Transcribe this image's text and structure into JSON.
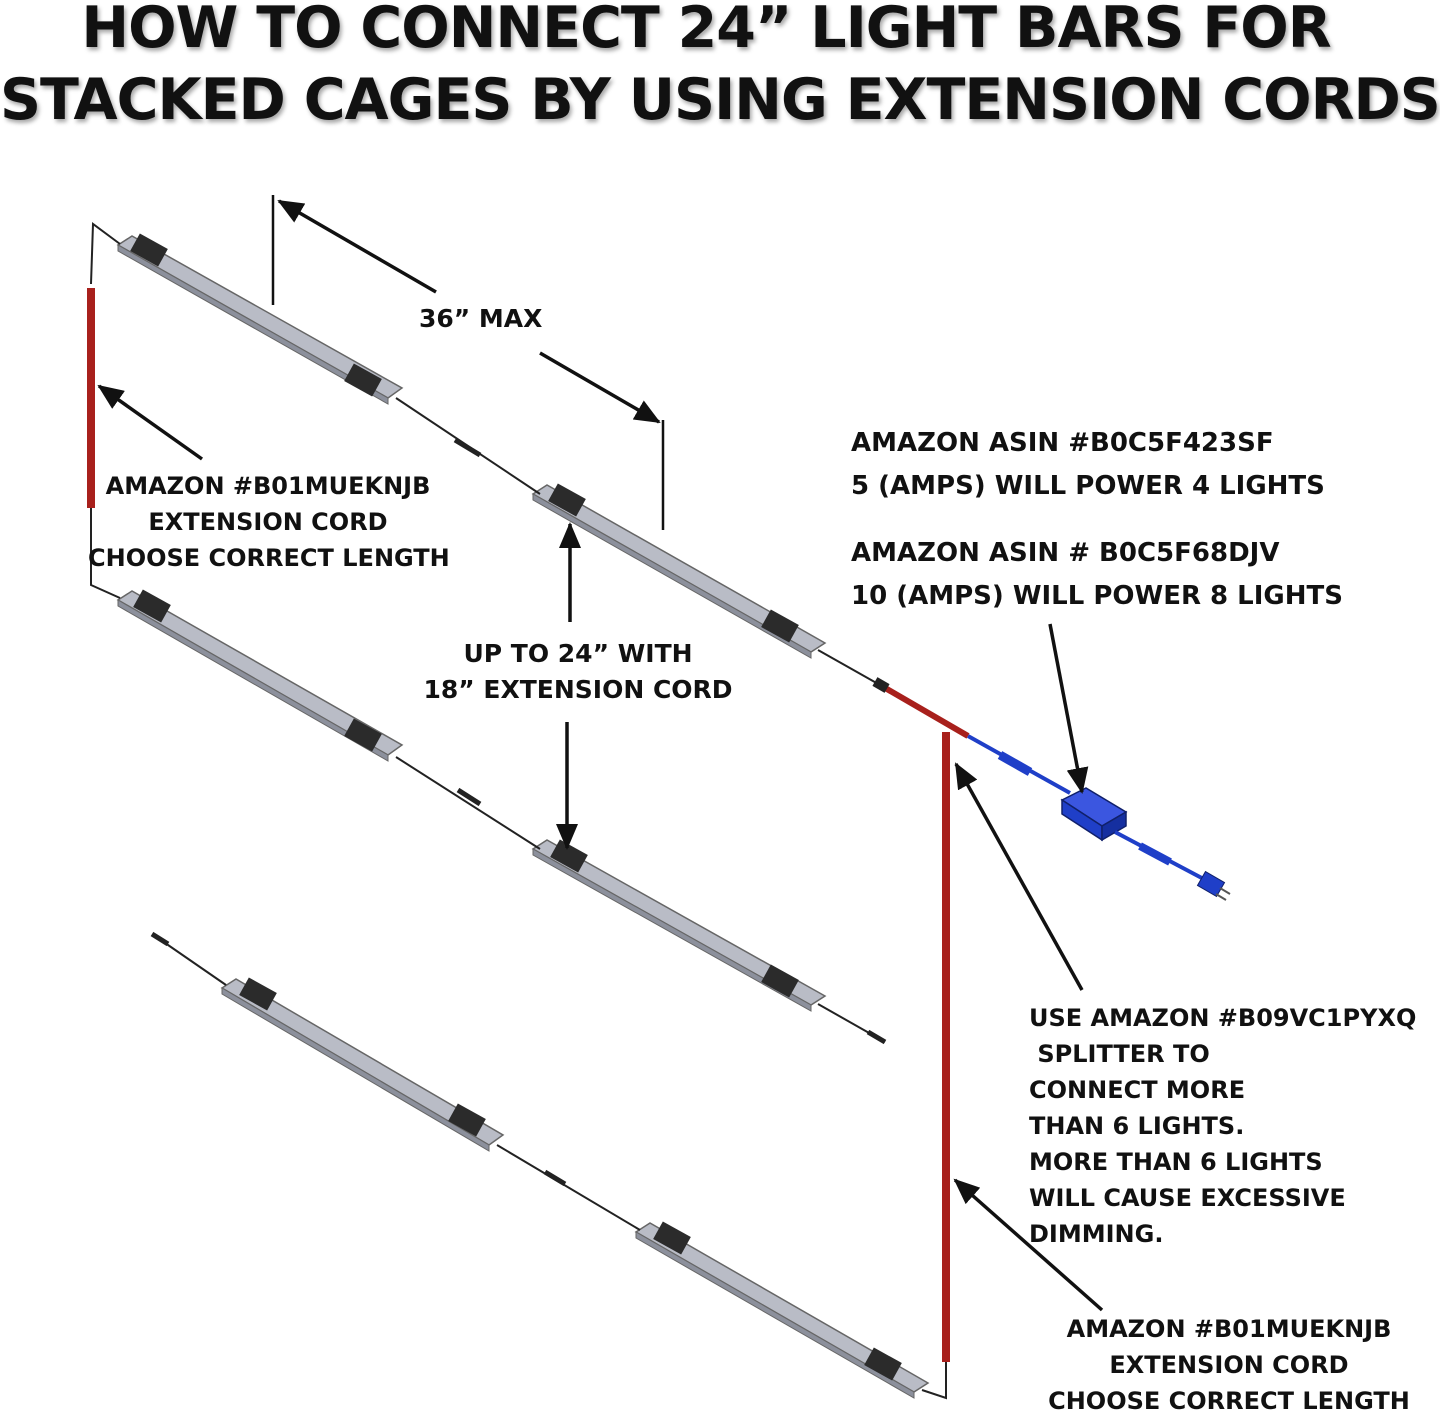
{
  "title": {
    "line1": "HOW TO CONNECT 24” LIGHT BARS FOR",
    "line2": "STACKED CAGES BY USING EXTENSION CORDS"
  },
  "labels": {
    "max_span": "36” MAX",
    "left_cord": {
      "line1": "AMAZON #B01MUEKNJB",
      "line2": "EXTENSION CORD",
      "line3": "CHOOSE CORRECT LENGTH"
    },
    "gap": {
      "line1": "UP TO 24” WITH",
      "line2": "18” EXTENSION CORD"
    },
    "power_5a": {
      "line1": "AMAZON ASIN #B0C5F423SF",
      "line2": "5 (AMPS) WILL POWER 4 LIGHTS"
    },
    "power_10a": {
      "line1": "AMAZON ASIN # B0C5F68DJV",
      "line2": "10 (AMPS) WILL POWER 8 LIGHTS"
    },
    "splitter": {
      "line1": "USE AMAZON #B09VC1PYXQ",
      "line2": " SPLITTER TO",
      "line3": "CONNECT MORE",
      "line4": "THAN 6 LIGHTS.",
      "line5": "MORE THAN 6 LIGHTS",
      "line6": "WILL CAUSE EXCESSIVE",
      "line7": "DIMMING."
    },
    "right_cord": {
      "line1": "AMAZON #B01MUEKNJB",
      "line2": "EXTENSION CORD",
      "line3": "CHOOSE CORRECT LENGTH"
    }
  },
  "colors": {
    "light_bar": "#b9bcc6",
    "light_bar_dark": "#8c909c",
    "clip": "#2b2b2b",
    "extension_cord": "#a8201c",
    "power_supply": "#1f3fc8",
    "wire": "#222222",
    "arrow": "#111111"
  },
  "icons": {
    "power_supply": "power-adapter-icon",
    "plug": "wall-plug-icon"
  }
}
